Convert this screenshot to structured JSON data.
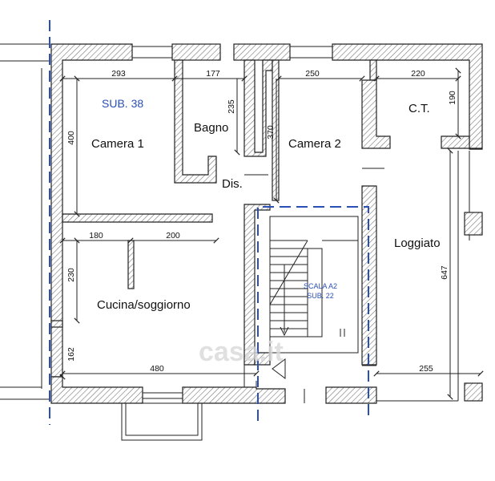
{
  "rooms": {
    "sub": "SUB. 38",
    "camera1": "Camera 1",
    "bagno": "Bagno",
    "camera2": "Camera 2",
    "ct": "C.T.",
    "dis": "Dis.",
    "loggiato": "Loggiato",
    "cucina": "Cucina/soggiorno"
  },
  "stair": {
    "line1": "SCALA A2",
    "line2": "SUB. 22"
  },
  "dimensions": {
    "d293": "293",
    "d177": "177",
    "d250": "250",
    "d220": "220",
    "d235": "235",
    "d190": "190",
    "d400": "400",
    "d370": "370",
    "d180": "180",
    "d200": "200",
    "d230": "230",
    "d647": "647",
    "d162": "162",
    "d480": "480",
    "d255": "255"
  },
  "watermark": "casa.it",
  "colors": {
    "wall": "#222222",
    "hatch": "#777777",
    "section": "#2a4fb5",
    "text": "#111111"
  }
}
